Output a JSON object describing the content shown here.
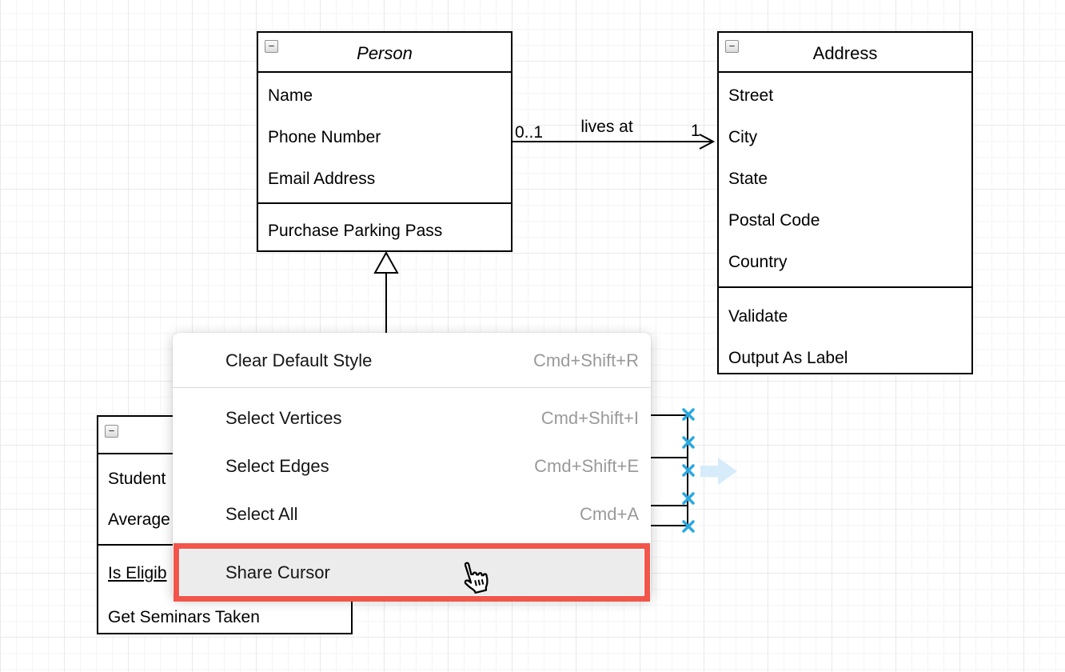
{
  "icons": {
    "collapse": "−",
    "cursor": "hand-pointer",
    "connection_handle": "x-cross",
    "direction_arrow": "arrow-right"
  },
  "colors": {
    "handle_blue": "#29a9e1",
    "direction_arrow_blue": "#d7ecfa",
    "highlight_red": "#f2564b",
    "menu_shortcut_gray": "#9a9a9a",
    "box_stroke": "#000000"
  },
  "classes": {
    "person": {
      "title": "Person",
      "attributes": [
        "Name",
        "Phone Number",
        "Email Address"
      ],
      "methods": [
        "Purchase Parking Pass"
      ]
    },
    "address": {
      "title": "Address",
      "attributes": [
        "Street",
        "City",
        "State",
        "Postal Code",
        "Country"
      ],
      "methods": [
        "Validate",
        "Output As Label"
      ]
    },
    "student": {
      "attributes": [
        "Student",
        "Average"
      ],
      "methods": [
        "Is Eligib",
        "Get Seminars Taken"
      ]
    }
  },
  "edges": {
    "association": {
      "label": "lives at",
      "source_multiplicity": "0..1",
      "target_multiplicity": "1"
    }
  },
  "context_menu": {
    "items": [
      {
        "label": "Clear Default Style",
        "shortcut": "Cmd+Shift+R"
      },
      {
        "label": "Select Vertices",
        "shortcut": "Cmd+Shift+I"
      },
      {
        "label": "Select Edges",
        "shortcut": "Cmd+Shift+E"
      },
      {
        "label": "Select All",
        "shortcut": "Cmd+A"
      },
      {
        "label": "Share Cursor",
        "shortcut": ""
      }
    ]
  }
}
